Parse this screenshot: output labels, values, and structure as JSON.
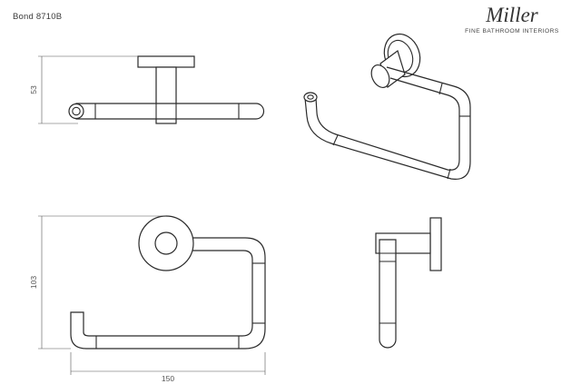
{
  "header": {
    "model": "Bond 8710B",
    "brand_name": "Miller",
    "brand_tagline": "FINE BATHROOM INTERIORS"
  },
  "dimensions": {
    "side_height": "53",
    "front_height": "103",
    "front_width": "150"
  }
}
